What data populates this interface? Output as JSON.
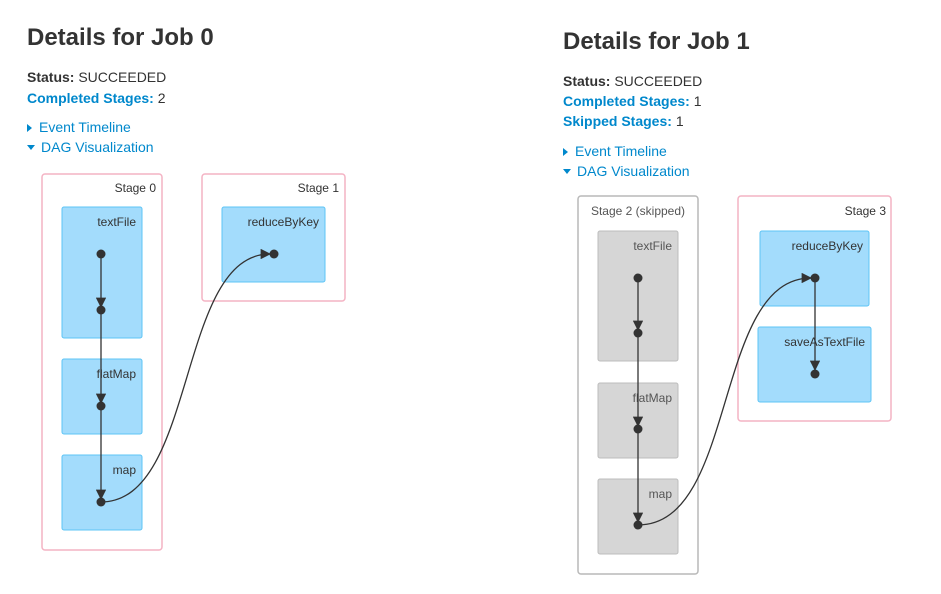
{
  "jobs": [
    {
      "title": "Details for Job 0",
      "status_label": "Status:",
      "status_value": "SUCCEEDED",
      "completed_label": "Completed Stages:",
      "completed_value": "2",
      "event_timeline": "Event Timeline",
      "dag_visualization": "DAG Visualization",
      "stages": [
        {
          "label": "Stage 0",
          "ops": [
            "textFile",
            "flatMap",
            "map"
          ]
        },
        {
          "label": "Stage 1",
          "ops": [
            "reduceByKey"
          ]
        }
      ]
    },
    {
      "title": "Details for Job 1",
      "status_label": "Status:",
      "status_value": "SUCCEEDED",
      "completed_label": "Completed Stages:",
      "completed_value": "1",
      "skipped_label": "Skipped Stages:",
      "skipped_value": "1",
      "event_timeline": "Event Timeline",
      "dag_visualization": "DAG Visualization",
      "stages": [
        {
          "label": "Stage 2 (skipped)",
          "ops": [
            "textFile",
            "flatMap",
            "map"
          ]
        },
        {
          "label": "Stage 3",
          "ops": [
            "reduceByKey",
            "saveAsTextFile"
          ]
        }
      ]
    }
  ],
  "colors": {
    "link": "#0088cc",
    "stage_border": "#f4b3c4",
    "skipped_border": "#b9b9b9",
    "op_fill": "#a3dcfc",
    "op_stroke": "#5cc4f6",
    "skipped_fill": "#d6d6d6"
  }
}
